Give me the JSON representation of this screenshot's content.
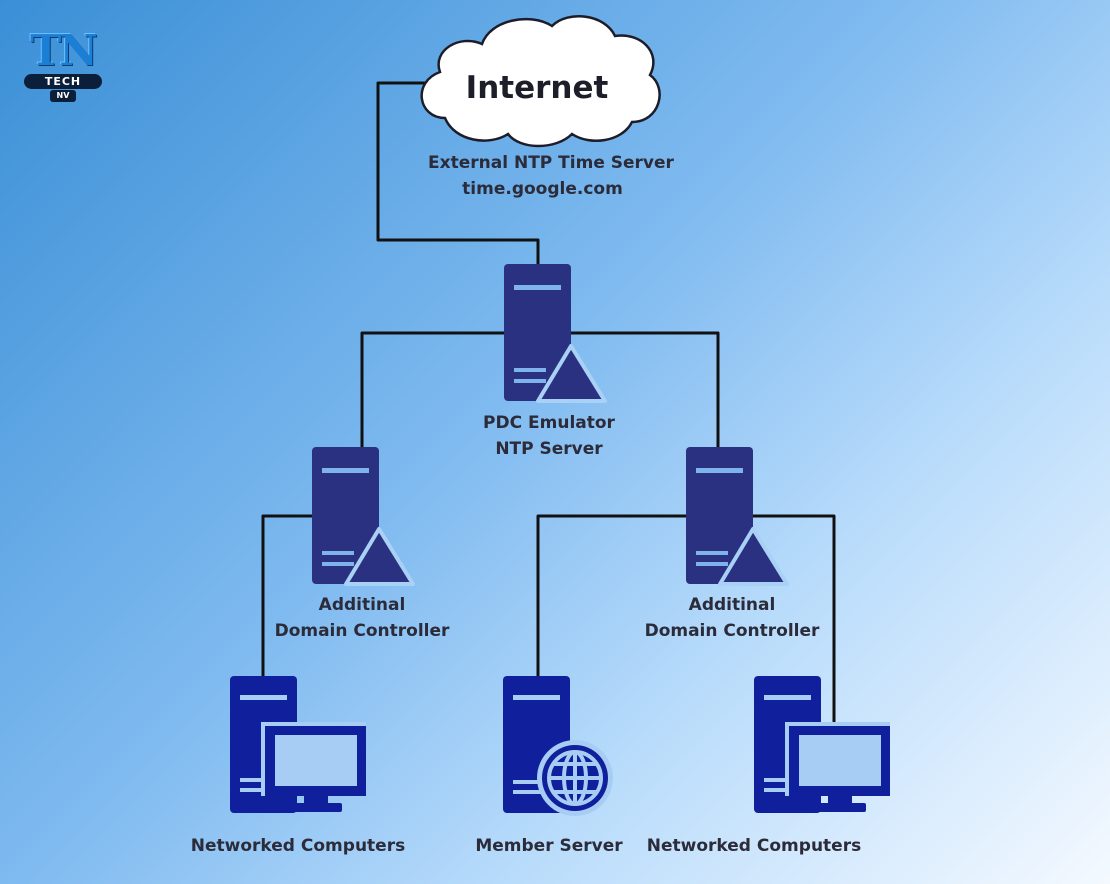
{
  "logo": {
    "big": "TN",
    "bar": "TECH",
    "small": "NV"
  },
  "cloud": {
    "label": "Internet"
  },
  "external": {
    "line1": "External NTP Time Server",
    "line2": "time.google.com"
  },
  "pdc": {
    "line1": "PDC Emulator",
    "line2": "NTP Server"
  },
  "dc_left": {
    "line1": "Additinal",
    "line2": "Domain Controller"
  },
  "dc_right": {
    "line1": "Additinal",
    "line2": "Domain Controller"
  },
  "client_left": {
    "label": "Networked Computers"
  },
  "member": {
    "label": "Member Server"
  },
  "client_right": {
    "label": "Networked Computers"
  },
  "colors": {
    "server": "#2a3180",
    "client": "#101f9c",
    "line": "#111111"
  }
}
